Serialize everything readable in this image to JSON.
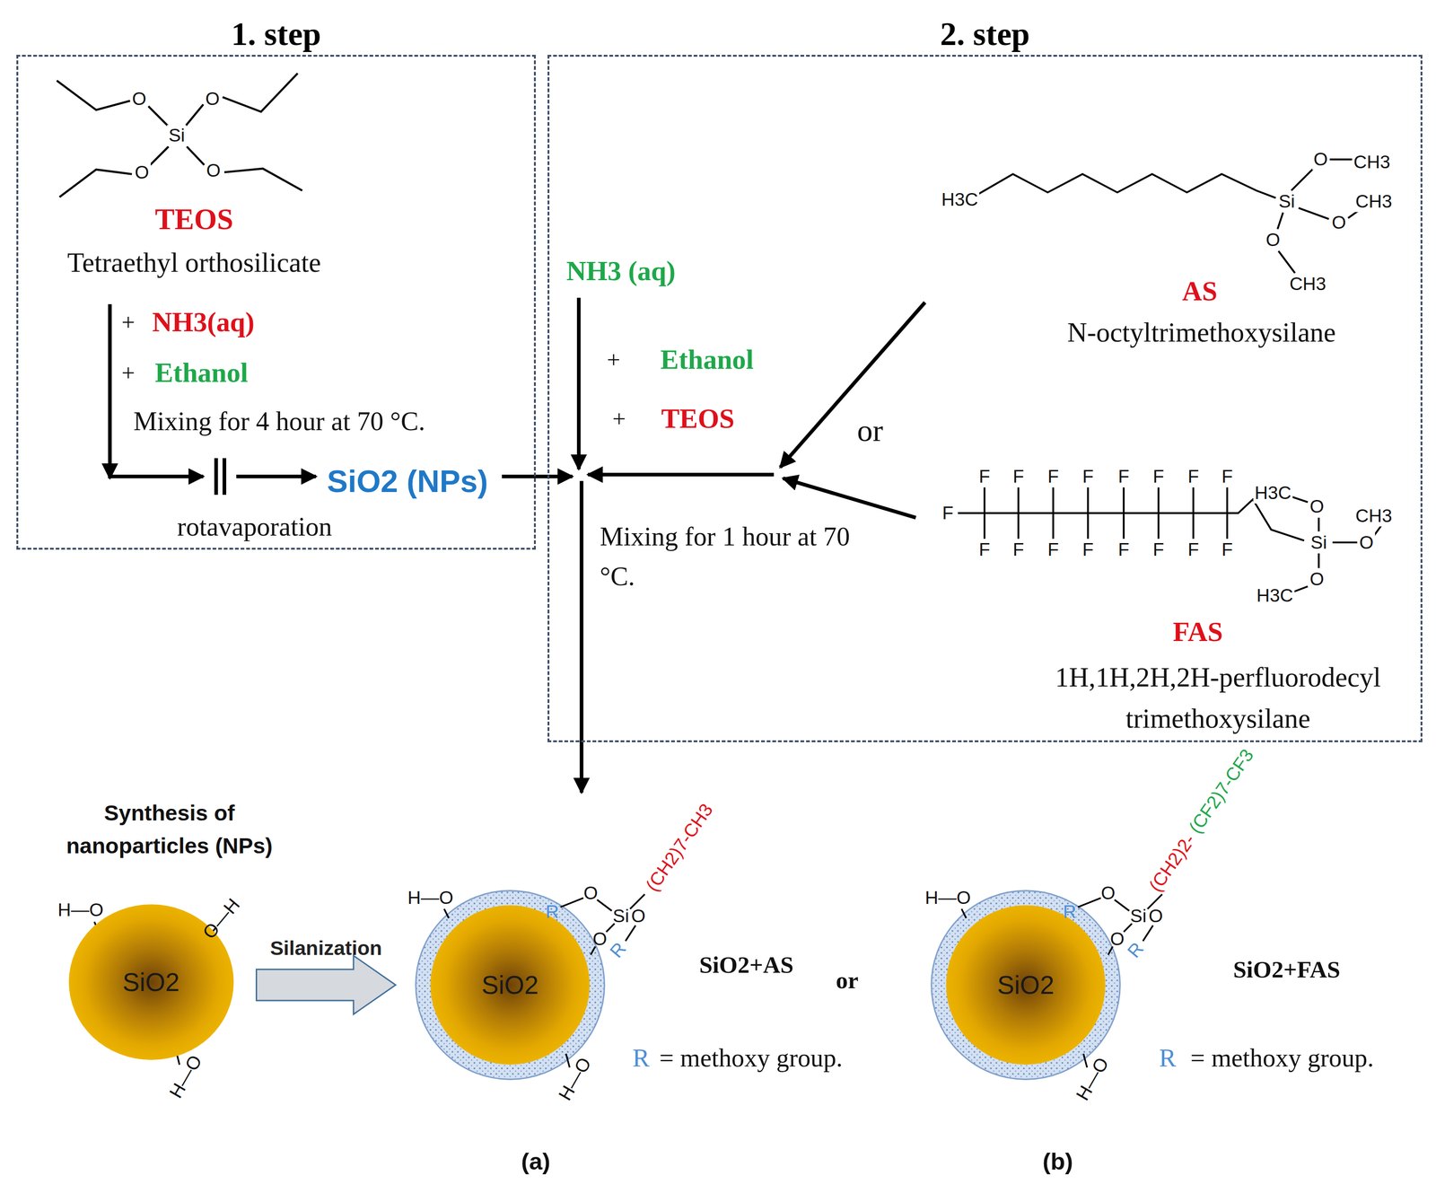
{
  "diagram": {
    "nodes": [
      {
        "text": [
          "1. step"
        ]
      },
      {
        "text": [
          "2. step"
        ]
      },
      {
        "text": [
          "SiO2"
        ]
      },
      {
        "text": [
          "SiO2"
        ]
      },
      {
        "text": [
          "SiO2"
        ]
      }
    ],
    "edges": [
      {
        "from": 2,
        "to": 3,
        "arrow": "to",
        "label": "Silanization"
      }
    ],
    "labels": [
      "O",
      "O",
      "Si",
      "O",
      "O",
      "TEOS",
      "Tetraethyl orthosilicate",
      "+",
      "NH3(aq)",
      "+",
      "Ethanol",
      "Mixing for 4 hour at 70 °C.",
      "SiO2 (NPs)",
      "rotavaporation",
      "NH3 (aq)",
      "+",
      "Ethanol",
      "+",
      "TEOS",
      "Mixing for 1 hour at 70 °C.",
      "H3C",
      "O",
      "CH3",
      "Si",
      "O",
      "CH3",
      "O",
      "CH3",
      "AS",
      "N-octyltrimethoxysilane",
      "or",
      "F",
      "F",
      "F",
      "F",
      "F",
      "F",
      "F",
      "F",
      "F",
      "F",
      "F",
      "F",
      "F",
      "F",
      "F",
      "F",
      "F",
      "H3C",
      "O",
      "CH3",
      "Si",
      "O",
      "O",
      "H3C",
      "FAS",
      "1H,1H,2H,2H-perfluorodecyl trimethoxysilane",
      "Synthesis of nanoparticles (NPs)",
      "H—O",
      "O—H",
      "H—O",
      "H—O",
      "R",
      "O",
      "Si",
      "(CH2)7-CH3",
      "O",
      "O",
      "R",
      "H—O",
      "SiO2+AS",
      "or",
      "R",
      "= methoxy group.",
      "H—O",
      "R",
      "O",
      "Si",
      "(CH2)2-",
      "(CF2)7-CF3",
      "O",
      "O",
      "R",
      "H—O",
      "SiO2+FAS",
      "R",
      "= methoxy group.",
      "(a)",
      "(b)"
    ]
  }
}
